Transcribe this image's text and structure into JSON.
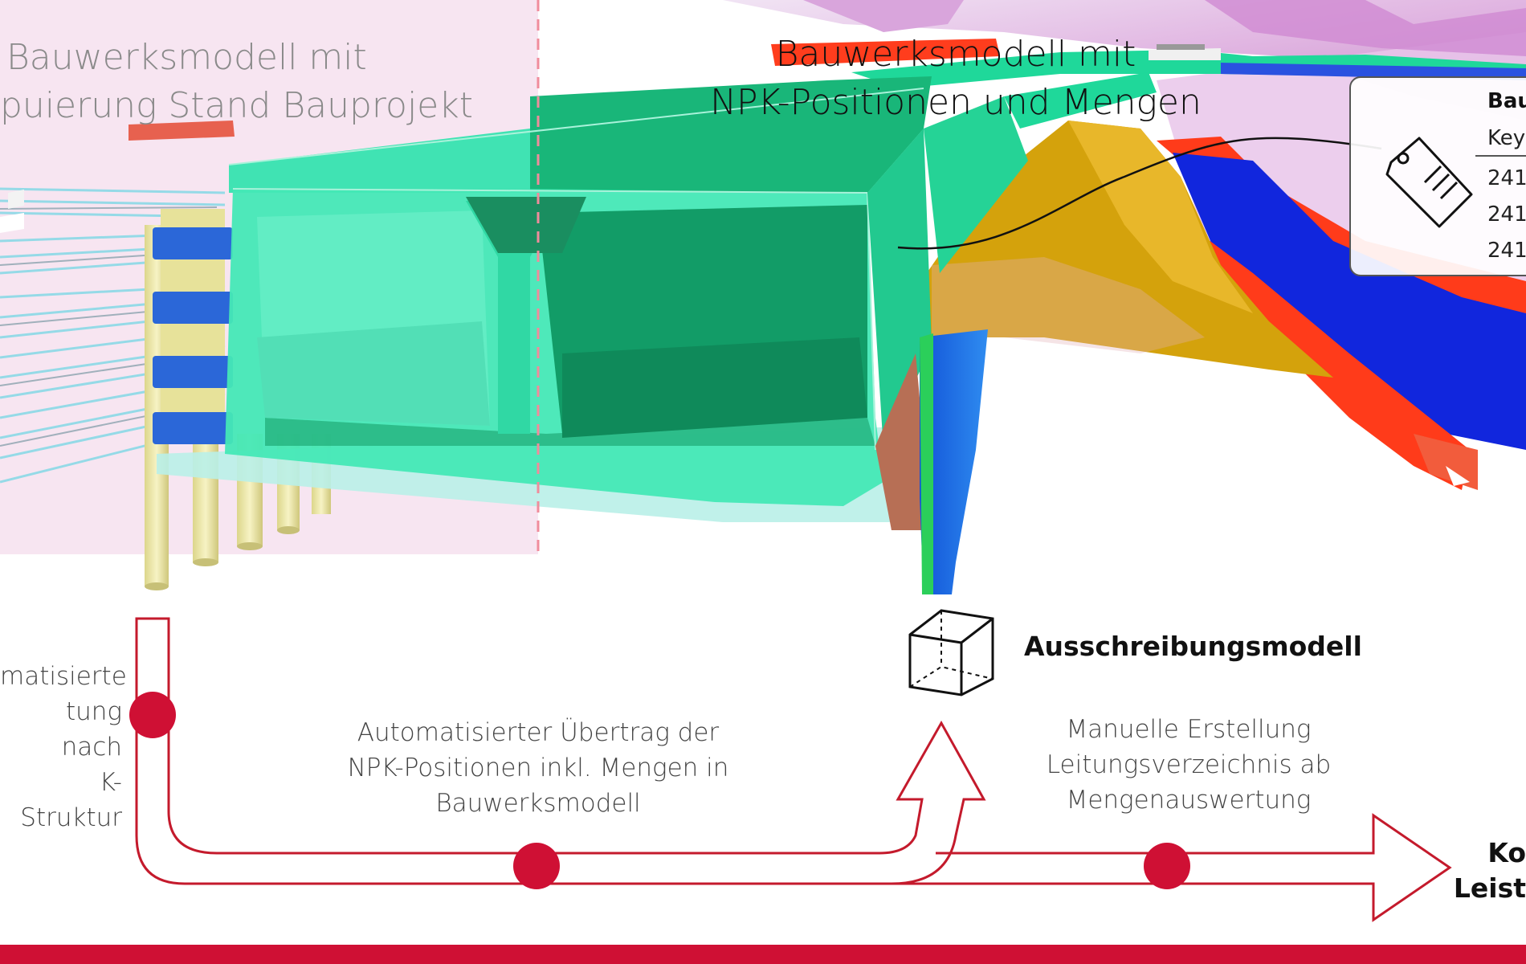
{
  "titles": {
    "left_line1": "Bauwerksmodell mit",
    "left_line2": "puierung Stand Bauprojekt",
    "right_line1": "Bauwerksmodell mit",
    "right_line2": "NPK-Positionen und Mengen"
  },
  "property_panel": {
    "header": "Bau",
    "key_label": "Key",
    "rows": [
      "241_",
      "241_",
      "241_"
    ]
  },
  "steps": {
    "step1": [
      "matisierte",
      "tung nach",
      "K-Struktur"
    ],
    "step2": [
      "Automatisierter Übertrag der",
      "NPK-Positionen inkl. Mengen in",
      "Bauwerksmodell"
    ],
    "step3": [
      "Manuelle Erstellung",
      "Leitungsverzeichnis ab",
      "Mengenauswertung"
    ]
  },
  "model_label": "Ausschreibungsmodell",
  "end_label": [
    "Ko",
    "Leist"
  ],
  "icons": [
    "price-tag-icon",
    "cube-icon"
  ],
  "colors": {
    "accent_red": "#cf1034",
    "bridge_green": "#2fe0a8",
    "bridge_dark_green": "#13a26c",
    "terrain_magenta": "#d9a2dc",
    "ochre": "#d4a20c",
    "blue": "#1126dd",
    "orange_red": "#ff3b1a",
    "pile_yellow": "#e9e4a0"
  }
}
